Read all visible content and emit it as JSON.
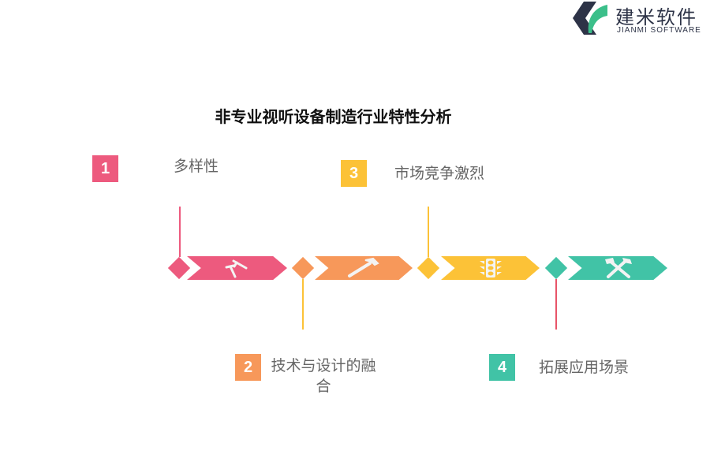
{
  "logo": {
    "name": "建米软件",
    "subtitle": "JIANMI SOFTWARE"
  },
  "title": "非专业视听设备制造行业特性分析",
  "colors": {
    "pink": "#ED5A7E",
    "orange": "#F7985A",
    "yellow": "#FCC237",
    "teal": "#41C3A6",
    "line4": "#E85468"
  },
  "items": [
    {
      "num": "1",
      "label": "多样性",
      "icon": "hammers-icon"
    },
    {
      "num": "2",
      "label": "技术与设计的融合",
      "icon": "hammer-icon"
    },
    {
      "num": "3",
      "label": "市场竞争激烈",
      "icon": "traffic-light-icon"
    },
    {
      "num": "4",
      "label": "拓展应用场景",
      "icon": "tools-icon"
    }
  ]
}
